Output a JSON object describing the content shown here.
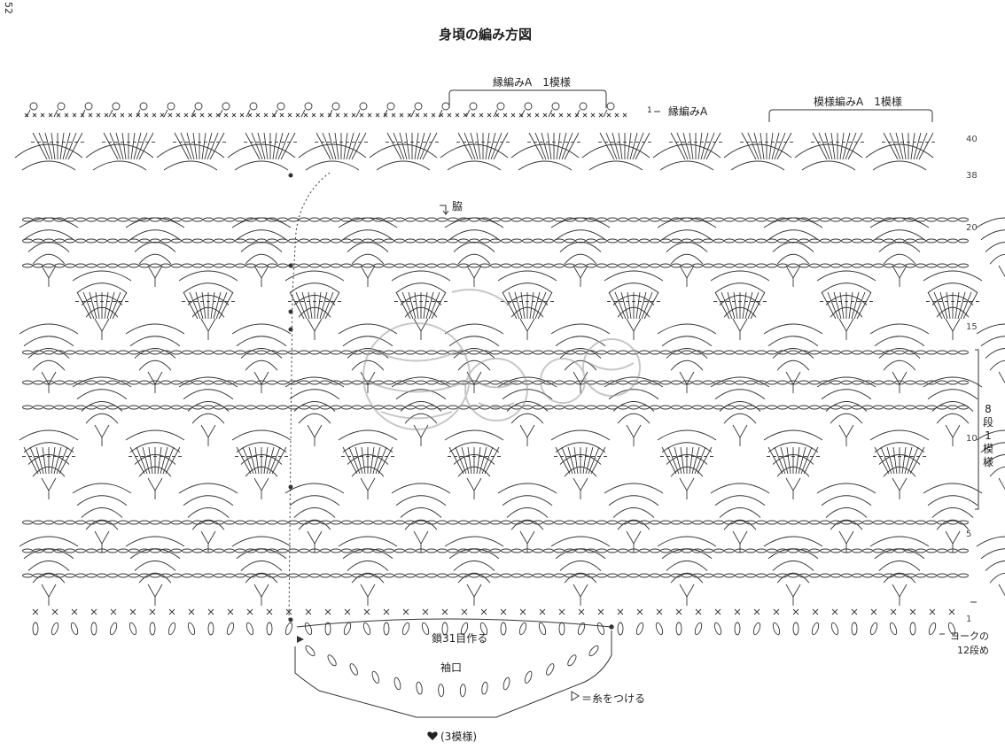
{
  "page_number": "52",
  "title": "身頃の編み方図",
  "labels": {
    "edging_pattern": "縁編みA　1模様",
    "edging_row": "縁編みA",
    "edging_row_num": "1",
    "motif_pattern": "模様編みA　1模様",
    "side": "脇",
    "repeat_rows": "8段1模様",
    "chain_note": "鎖31目作る",
    "sleeve": "袖口",
    "yoke_note_1": "ヨークの",
    "yoke_note_2": "12段め",
    "attach_note": "＝糸をつける",
    "heart_note": "(3模様)"
  },
  "row_numbers": {
    "r40": "40",
    "r38": "38",
    "r20": "20",
    "r15": "15",
    "r10": "10",
    "r5": "5",
    "r1": "1"
  },
  "colors": {
    "line": "#333333",
    "watermark": "#9a9a9a"
  },
  "icons": {
    "heart": "heart-icon",
    "triangle": "attach-yarn-icon",
    "arrow": "arrow-icon"
  }
}
